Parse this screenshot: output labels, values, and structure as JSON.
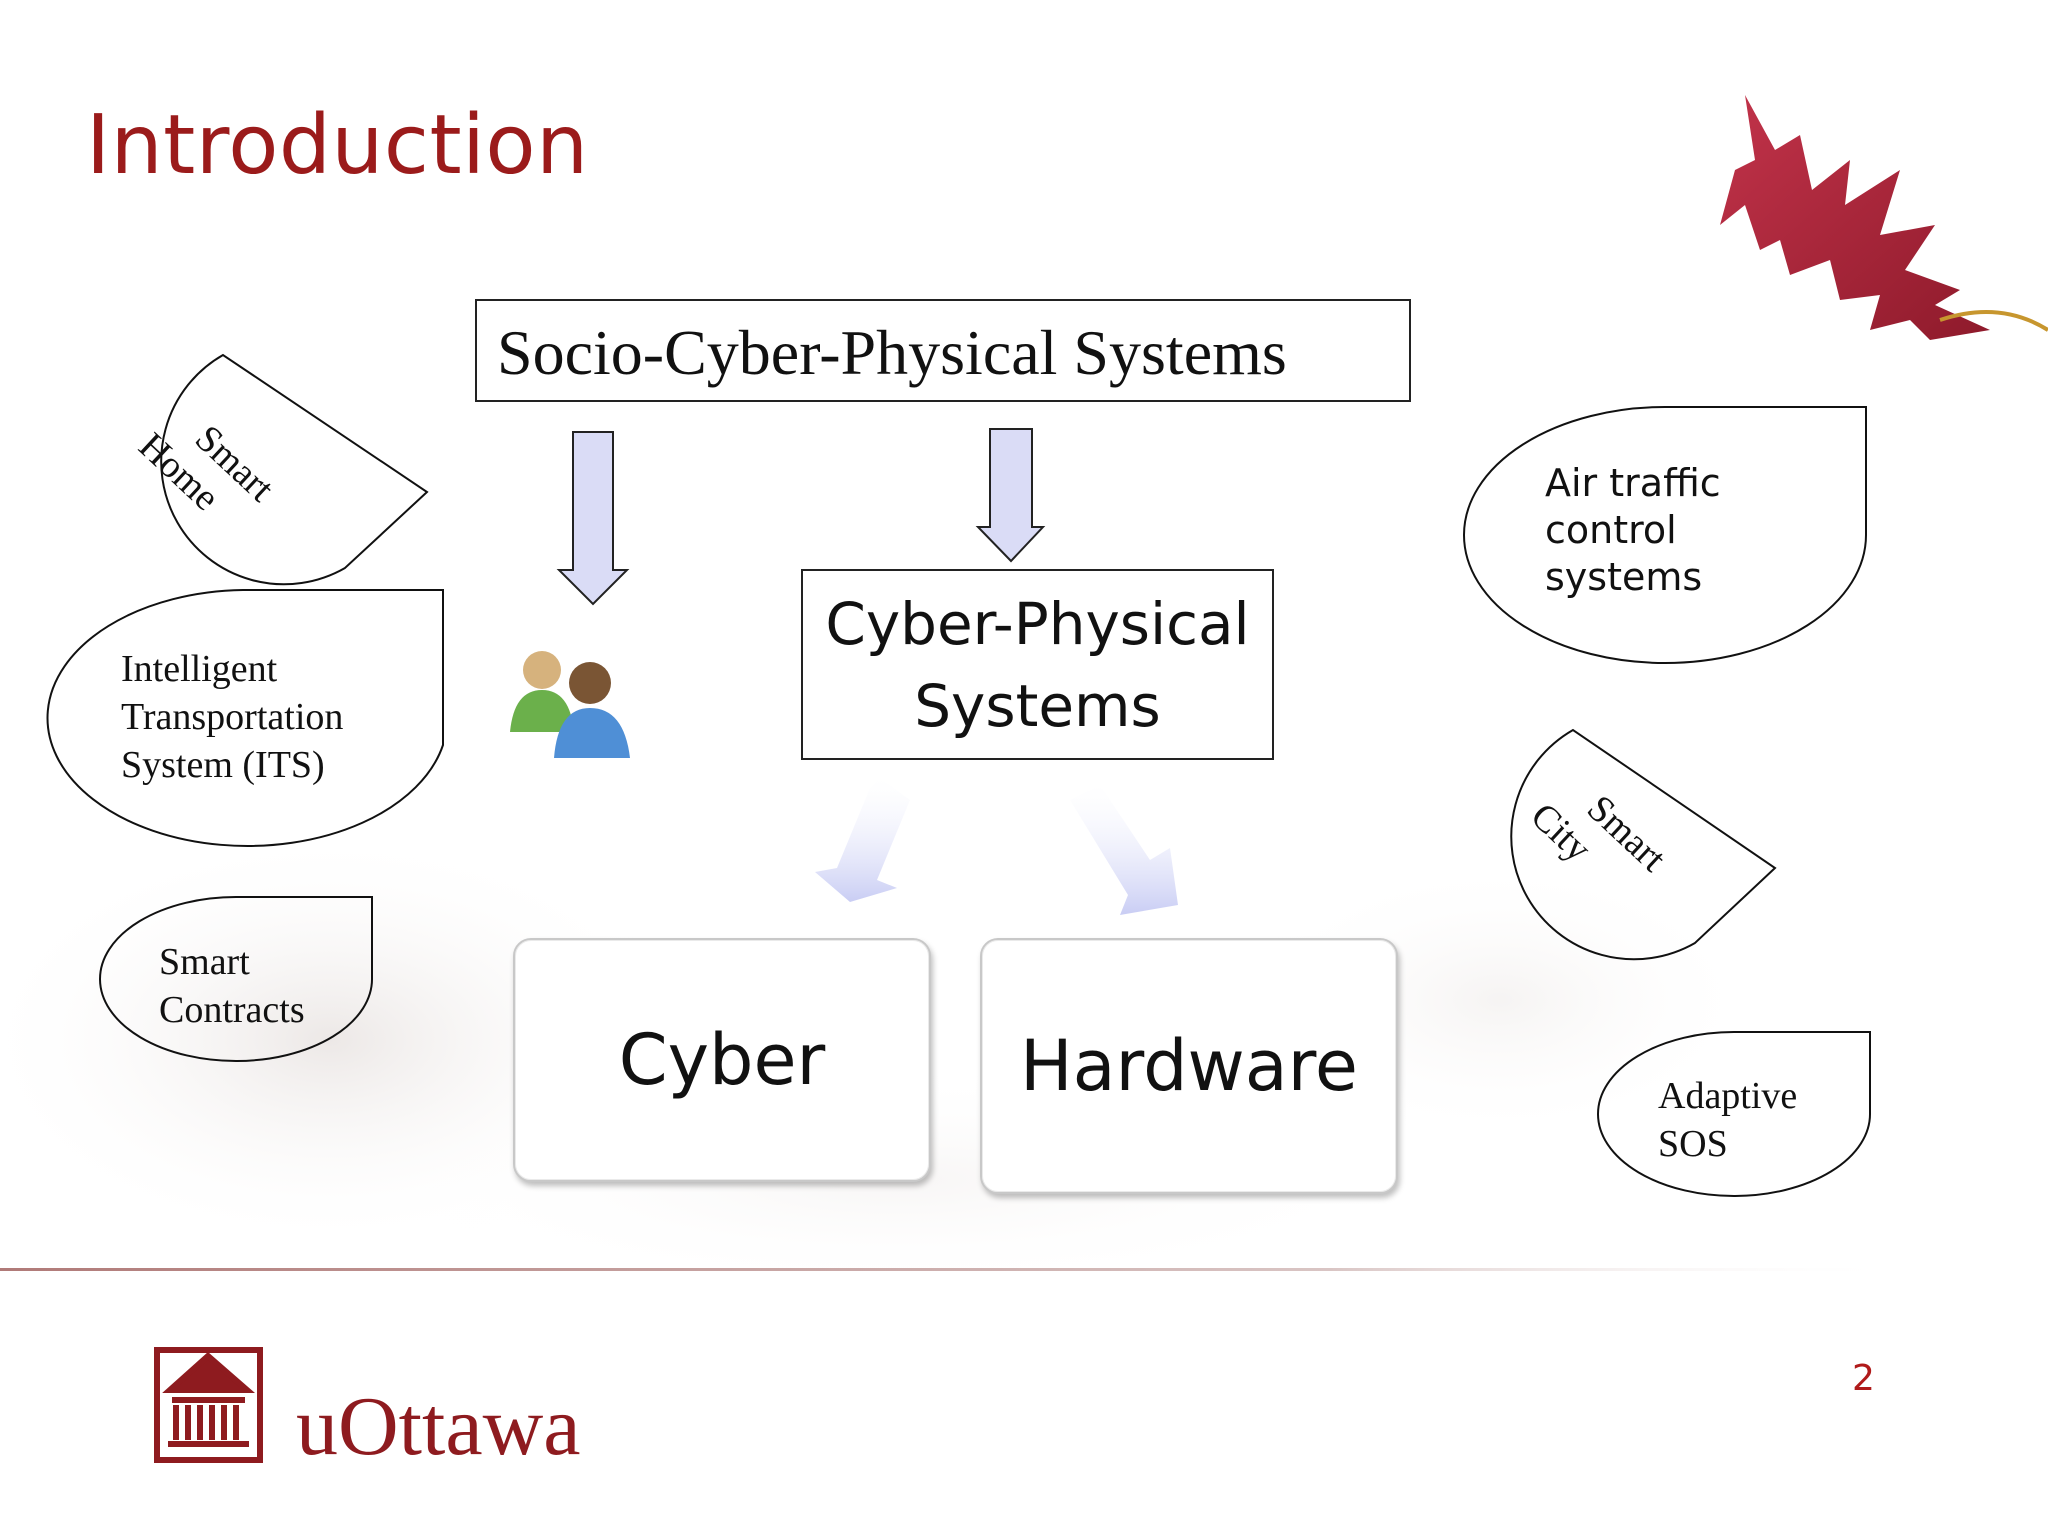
{
  "slide": {
    "title": "Introduction",
    "page_number": "2",
    "brand": "uOttawa"
  },
  "diagram": {
    "top_box": "Socio-Cyber-Physical Systems",
    "middle_box": [
      "Cyber-Physical",
      "Systems"
    ],
    "bottom_left": "Cyber",
    "bottom_right": "Hardware"
  },
  "examples": {
    "smart_home": [
      "Smart",
      "Home"
    ],
    "its": [
      "Intelligent",
      "Transportation",
      "System (ITS)"
    ],
    "smart_contracts": [
      "Smart",
      "Contracts"
    ],
    "air_traffic": [
      "Air traffic",
      "control",
      "systems"
    ],
    "smart_city": [
      "Smart",
      "City"
    ],
    "adaptive_sos": [
      "Adaptive",
      "SOS"
    ]
  },
  "colors": {
    "title": "#9b1b1b",
    "arrow_fill": "#d9dbf5",
    "brand": "#8e1b1f"
  },
  "icons": [
    "maple-leaf-icon",
    "people-icon",
    "university-building-icon"
  ]
}
